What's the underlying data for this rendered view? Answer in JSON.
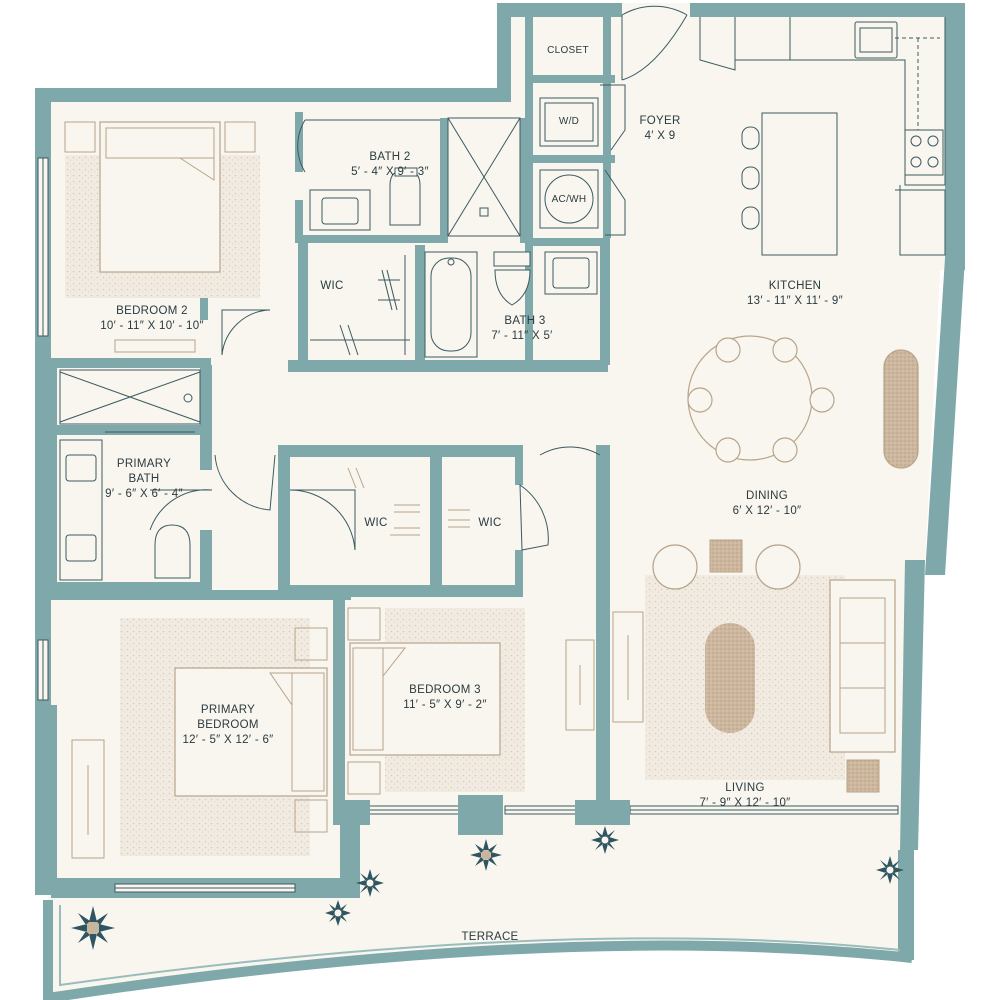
{
  "colors": {
    "wall": "#7fa8aa",
    "floor": "#f8f6ee",
    "fixture_line": "#3c5a63",
    "furniture_line": "#b9a48a",
    "rug": "#efe7dc",
    "rug_dark": "#c9b49c",
    "plant": "#2f5560",
    "label": "#2b3a40"
  },
  "rooms": {
    "closet": {
      "name": "CLOSET"
    },
    "washer_dryer": {
      "name": "W/D"
    },
    "ac_wh": {
      "name": "AC/WH"
    },
    "foyer": {
      "name": "FOYER",
      "dims": "4′ X 9"
    },
    "bath2": {
      "name": "BATH 2",
      "dims": "5′ - 4″ X 9′ - 3″"
    },
    "bedroom2": {
      "name": "BEDROOM 2",
      "dims": "10′ - 11″ X 10′ - 10″"
    },
    "wic_bed2": {
      "name": "WIC"
    },
    "bath3": {
      "name": "BATH 3",
      "dims": "7′ - 11″ X 5′"
    },
    "kitchen": {
      "name": "KITCHEN",
      "dims": "13′ - 11″ X 11′ - 9″"
    },
    "primary_bath": {
      "name1": "PRIMARY",
      "name2": "BATH",
      "dims": "9′ - 6″ X 6′ - 4″"
    },
    "wic_primary": {
      "name": "WIC"
    },
    "wic_bed3": {
      "name": "WIC"
    },
    "dining": {
      "name": "DINING",
      "dims": "6′ X 12′ - 10″"
    },
    "primary_bedroom": {
      "name1": "PRIMARY",
      "name2": "BEDROOM",
      "dims": "12′ - 5″ X 12′ - 6″"
    },
    "bedroom3": {
      "name": "BEDROOM 3",
      "dims": "11′ - 5″ X 9′ - 2″"
    },
    "living": {
      "name": "LIVING",
      "dims": "7′ - 9″ X 12′ - 10″"
    },
    "terrace": {
      "name": "TERRACE"
    }
  }
}
